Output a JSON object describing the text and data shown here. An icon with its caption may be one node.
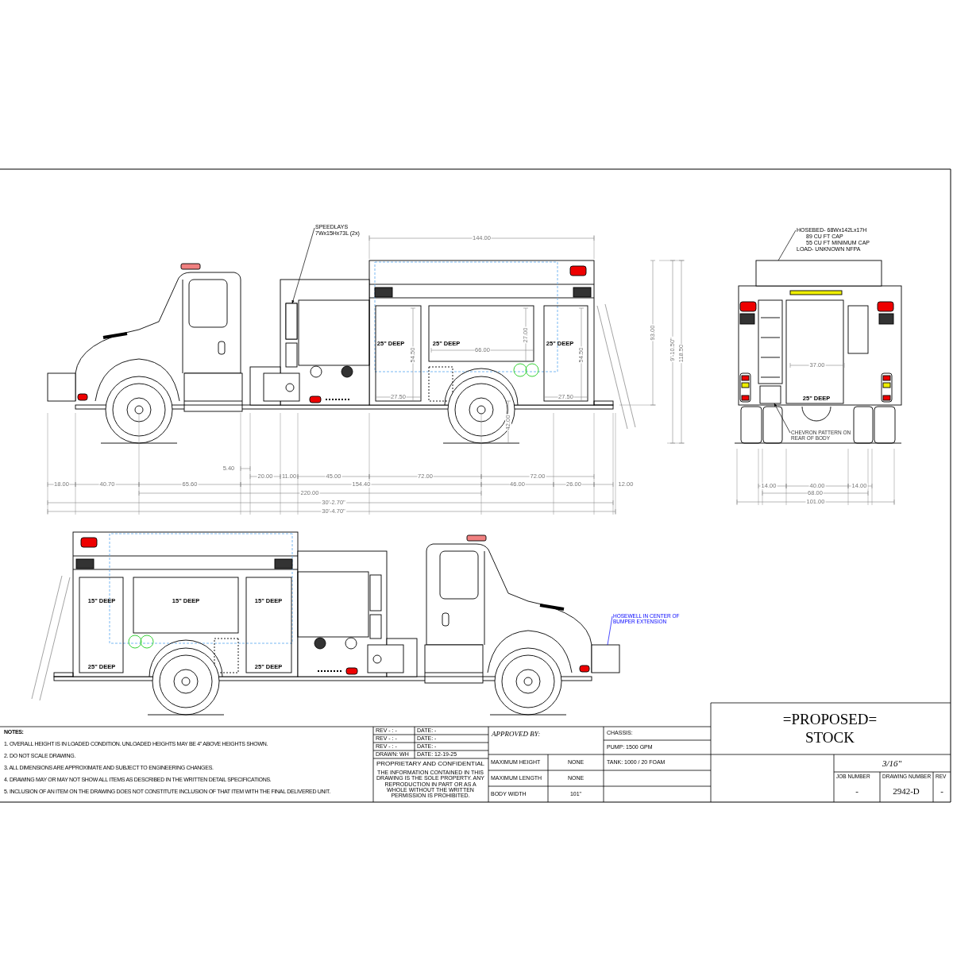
{
  "diagram": {
    "nodes": [
      {
        "text": [
          "SPEEDLAYS 7Wx15Hx73L (2x)"
        ]
      },
      {
        "text": [
          "HOSEBED- 68Wx142Lx17H",
          "89 CU FT CAP",
          "55 CU FT MINIMUM CAP",
          "LOAD- UNKNOWN NFPA"
        ]
      },
      {
        "text": [
          "CHEVRON PATTERN ON REAR OF BODY"
        ]
      },
      {
        "text": [
          "HOSEWELL IN CENTER OF BUMPER EXTENSION"
        ]
      },
      {
        "text": [],
        "shape": "box"
      },
      {
        "text": [],
        "shape": "box"
      },
      {
        "text": [],
        "shape": "box"
      },
      {
        "text": [],
        "shape": "box"
      }
    ],
    "edges": [
      {
        "from": 0,
        "to": 4,
        "arrow": "to"
      },
      {
        "from": 1,
        "to": 6,
        "arrow": "none"
      },
      {
        "from": 2,
        "to": 7,
        "arrow": "to"
      },
      {
        "from": 3,
        "to": 5,
        "arrow": "none",
        "color": "#0000ff"
      }
    ],
    "labels": [
      "144.00",
      "93.00",
      "9'-10.50\"",
      "118.50",
      "25\" DEEP",
      "54.50",
      "25\" DEEP",
      "66.00",
      "27.00",
      "25\" DEEP",
      "54.50",
      "27.50",
      "27.50",
      "42.00",
      "37.00",
      "25\" DEEP",
      "5.40",
      "20.00",
      "11.00",
      "45.00",
      "72.00",
      "72.00",
      "18.00",
      "40.70",
      "65.60",
      "154.40",
      "46.00",
      "26.00",
      "12.00",
      "220.00",
      "30'-2.70\"",
      "30'-4.70\"",
      "14.00",
      "40.00",
      "14.00",
      "68.00",
      "101.00",
      "15\" DEEP",
      "15\" DEEP",
      "15\" DEEP",
      "25\" DEEP",
      "25\" DEEP",
      "NOTES:",
      "1. OVERALL HEIGHT IS IN LOADED CONDITION. UNLOADED HEIGHTS MAY BE 4\" ABOVE HEIGHTS SHOWN.",
      "2. DO NOT SCALE DRAWING.",
      "3. ALL DIMENSIONS ARE APPROXIMATE AND SUBJECT TO ENGINEERING CHANGES.",
      "4. DRAWING MAY OR MAY NOT SHOW ALL ITEMS AS DESCRIBED IN THE WRITTEN DETAIL SPECIFICATIONS.",
      "5. INCLUSION OF AN ITEM ON THE DRAWING DOES NOT CONSTITUTE INCLUSION OF THAT ITEM WITH THE FINAL DELIVERED UNIT.",
      "REV - : -",
      "DATE: -",
      "REV - : -",
      "DATE: -",
      "REV - : -",
      "DATE: -",
      "DRAWN: WH",
      "DATE: 12-19-25",
      "PROPRIETARY AND CONFIDENTIAL",
      "THE INFORMATION CONTAINED IN THIS DRAWING IS THE SOLE PROPERTY. ANY REPRODUCTION IN PART OR AS A WHOLE WITHOUT THE WRITTEN PERMISSION IS PROHIBITED.",
      "APPROVED BY:",
      "MAXIMUM HEIGHT",
      "NONE",
      "MAXIMUM LENGTH",
      "NONE",
      "BODY WIDTH",
      "101\"",
      "CHASSIS:",
      "PUMP: 1500 GPM",
      "TANK: 1000 / 20 FOAM",
      "=PROPOSED=",
      "STOCK",
      "3/16\"",
      "JOB NUMBER",
      "-",
      "DRAWING NUMBER",
      "2942-D",
      "REV",
      "-"
    ]
  }
}
